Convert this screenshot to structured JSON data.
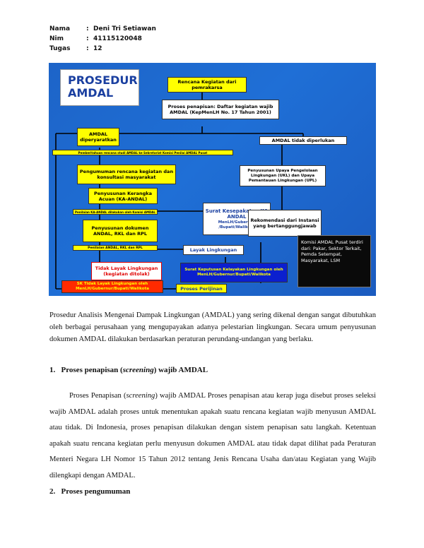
{
  "header": {
    "rows": [
      {
        "key": "Nama",
        "colon": ":",
        "value": "Deni Tri Setiawan"
      },
      {
        "key": "Nim",
        "colon": ":",
        "value": "41115120048"
      },
      {
        "key": "Tugas",
        "colon": ":",
        "value": "12"
      }
    ]
  },
  "figure": {
    "title_line1": "PROSEDUR",
    "title_line2": "AMDAL",
    "rencana": "Rencana Kegiatan dari pemrakarsa",
    "penapisan": "Proses penapisan: Daftar kegiatan wajib AMDAL (KepMenLH No. 17 Tahun 2001)",
    "amdal_wajib": "AMDAL diperyaratkan",
    "amdal_tidak": "AMDAL tidak diperlukan",
    "pemberitahuan": "Pemberitahuan rencana studi AMDAL ke Sekretariat Komisi Penilai AMDAL Pusat",
    "pengumuman": "Pengumuman rencana kegiatan dan konsultasi masyarakat",
    "uklupl": "Penyusunan Upaya Pengelolaan Lingkungan (UKL) dan Upaya Pemantauan Lingkungan (UPL)",
    "kerangka": "Penyusunan Kerangka Acuan (KA-ANDAL)",
    "surat_ka_title": "Surat Kesepakatan KA ANDAL",
    "surat_ka_sub": "MenLH/Gubernur /Bupati/Walikota",
    "rekomendasi": "Rekomendasi dari Instansi yang bertanggungjawab",
    "penilaian_ka": "Penilaian KA-ANDAL dilakukan oleh Komisi AMDAL",
    "dokumen": "Penyusunan dokumen ANDAL, RKL dan RPL",
    "penilaian_andal": "Penilaian ANDAL, RKL dan RPL",
    "layak": "Layak Lingkungan",
    "tidak_layak": "Tidak Layak Lingkungan (kegiatan ditolak)",
    "keputusan": "Surat Keputusan Kelayakan Lingkungan oleh MenLH/Gubernur/Bupati/Walikota",
    "sk_tidak": "SK Tidak Layak Lingkungan oleh MenLH/Gubernur/Bupati/Walikota",
    "perijinan": "Proses Perijinan",
    "komisi": "Komisi AMDAL Pusat terdiri dari: Pakar, Sektor Terkait, Pemda Setempat, Masyarakat, LSM"
  },
  "intro": "Prosedur Analisis Mengenai Dampak Lingkungan (AMDAL) yang sering dikenal dengan sangat dibutuhkan oleh berbagai perusahaan yang mengupayakan adanya pelestarian lingkungan. Secara umum penyusunan dokumen AMDAL dilakukan berdasarkan peraturan perundang-undangan yang berlaku.",
  "section1": {
    "num": "1.",
    "title_a": "Proses penapisan (",
    "title_em": "screening",
    "title_b": ") wajib AMDAL",
    "p_a": "Proses Penapisan (",
    "p_em": "screening",
    "p_b": ") wajib AMDAL Proses penapisan atau kerap juga disebut proses seleksi wajib AMDAL adalah proses untuk menentukan apakah suatu rencana kegiatan wajib menyusun AMDAL atau tidak. Di Indonesia, proses penapisan dilakukan dengan sistem penapisan satu langkah. Ketentuan apakah suatu rencana kegiatan perlu menyusun dokumen AMDAL atau tidak dapat dilihat pada Peraturan Menteri Negara LH Nomor 15 Tahun 2012 tentang Jenis Rencana Usaha dan/atau Kegiatan yang Wajib dilengkapi dengan AMDAL."
  },
  "section2": {
    "num": "2.",
    "title": "Proses pengumuman"
  }
}
